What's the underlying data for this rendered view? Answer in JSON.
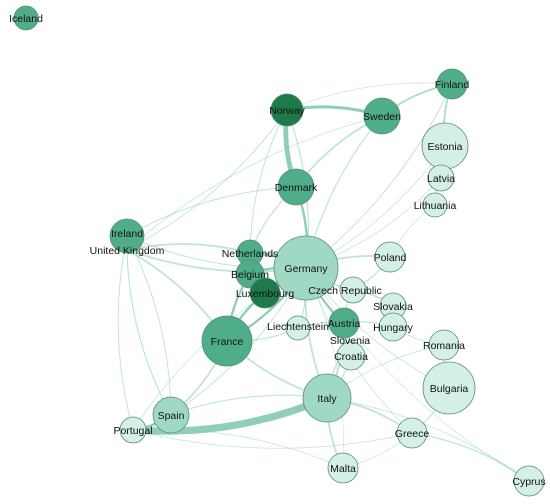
{
  "colors": {
    "background": "#ffffff",
    "edge": "#8ccfb6",
    "edge_strong": "#7cc6aa",
    "node_dark": "#1f7a4a",
    "node_mid": "#4fae88",
    "node_light": "#9fd9c4",
    "node_pale": "#d3efe6"
  },
  "nodes": [
    {
      "id": "iceland",
      "label": "Iceland",
      "tone": "node_mid"
    },
    {
      "id": "finland",
      "label": "Finland",
      "tone": "node_mid"
    },
    {
      "id": "norway",
      "label": "Norway",
      "tone": "node_dark"
    },
    {
      "id": "sweden",
      "label": "Sweden",
      "tone": "node_mid"
    },
    {
      "id": "estonia",
      "label": "Estonia",
      "tone": "node_pale"
    },
    {
      "id": "latvia",
      "label": "Latvia",
      "tone": "node_pale"
    },
    {
      "id": "lithuania",
      "label": "Lithuania",
      "tone": "node_pale"
    },
    {
      "id": "denmark",
      "label": "Denmark",
      "tone": "node_mid"
    },
    {
      "id": "ireland",
      "label": "Ireland",
      "tone": "node_mid"
    },
    {
      "id": "united_kingdom",
      "label": "United Kingdom",
      "tone": "node_mid"
    },
    {
      "id": "netherlands",
      "label": "Netherlands",
      "tone": "node_mid"
    },
    {
      "id": "belgium",
      "label": "Belgium",
      "tone": "node_mid"
    },
    {
      "id": "germany",
      "label": "Germany",
      "tone": "node_light"
    },
    {
      "id": "luxembourg",
      "label": "Luxembourg",
      "tone": "node_dark"
    },
    {
      "id": "czech_republic",
      "label": "Czech Republic",
      "tone": "node_pale"
    },
    {
      "id": "poland",
      "label": "Poland",
      "tone": "node_pale"
    },
    {
      "id": "slovakia",
      "label": "Slovakia",
      "tone": "node_pale"
    },
    {
      "id": "hungary",
      "label": "Hungary",
      "tone": "node_pale"
    },
    {
      "id": "liechtenstein",
      "label": "Liechtenstein",
      "tone": "node_pale"
    },
    {
      "id": "austria",
      "label": "Austria",
      "tone": "node_mid"
    },
    {
      "id": "slovenia",
      "label": "Slovenia",
      "tone": "node_pale"
    },
    {
      "id": "croatia",
      "label": "Croatia",
      "tone": "node_pale"
    },
    {
      "id": "france",
      "label": "France",
      "tone": "node_mid"
    },
    {
      "id": "romania",
      "label": "Romania",
      "tone": "node_pale"
    },
    {
      "id": "bulgaria",
      "label": "Bulgaria",
      "tone": "node_pale"
    },
    {
      "id": "italy",
      "label": "Italy",
      "tone": "node_light"
    },
    {
      "id": "spain",
      "label": "Spain",
      "tone": "node_light"
    },
    {
      "id": "portugal",
      "label": "Portugal",
      "tone": "node_pale"
    },
    {
      "id": "greece",
      "label": "Greece",
      "tone": "node_pale"
    },
    {
      "id": "malta",
      "label": "Malta",
      "tone": "node_pale"
    },
    {
      "id": "cyprus",
      "label": "Cyprus",
      "tone": "node_pale"
    }
  ],
  "edges": [
    {
      "a": "norway",
      "b": "denmark",
      "weight": 4
    },
    {
      "a": "norway",
      "b": "sweden",
      "weight": 2.5
    },
    {
      "a": "sweden",
      "b": "denmark",
      "weight": 1.5
    },
    {
      "a": "sweden",
      "b": "finland",
      "weight": 1.5
    },
    {
      "a": "finland",
      "b": "estonia",
      "weight": 1.5
    },
    {
      "a": "estonia",
      "b": "latvia",
      "weight": 1
    },
    {
      "a": "latvia",
      "b": "lithuania",
      "weight": 1
    },
    {
      "a": "denmark",
      "b": "germany",
      "weight": 2
    },
    {
      "a": "denmark",
      "b": "netherlands",
      "weight": 1
    },
    {
      "a": "norway",
      "b": "germany",
      "weight": 1
    },
    {
      "a": "sweden",
      "b": "germany",
      "weight": 1
    },
    {
      "a": "finland",
      "b": "germany",
      "weight": 0.8
    },
    {
      "a": "ireland",
      "b": "united_kingdom",
      "weight": 2
    },
    {
      "a": "united_kingdom",
      "b": "netherlands",
      "weight": 1.5
    },
    {
      "a": "united_kingdom",
      "b": "germany",
      "weight": 1.5
    },
    {
      "a": "united_kingdom",
      "b": "france",
      "weight": 1.5
    },
    {
      "a": "united_kingdom",
      "b": "spain",
      "weight": 1
    },
    {
      "a": "ireland",
      "b": "denmark",
      "weight": 0.8
    },
    {
      "a": "united_kingdom",
      "b": "norway",
      "weight": 0.8
    },
    {
      "a": "united_kingdom",
      "b": "sweden",
      "weight": 0.6
    },
    {
      "a": "netherlands",
      "b": "belgium",
      "weight": 2
    },
    {
      "a": "netherlands",
      "b": "germany",
      "weight": 2.5
    },
    {
      "a": "belgium",
      "b": "luxembourg",
      "weight": 2
    },
    {
      "a": "belgium",
      "b": "germany",
      "weight": 2
    },
    {
      "a": "belgium",
      "b": "france",
      "weight": 2
    },
    {
      "a": "luxembourg",
      "b": "germany",
      "weight": 2
    },
    {
      "a": "luxembourg",
      "b": "france",
      "weight": 2
    },
    {
      "a": "germany",
      "b": "france",
      "weight": 2
    },
    {
      "a": "germany",
      "b": "czech_republic",
      "weight": 1.5
    },
    {
      "a": "germany",
      "b": "poland",
      "weight": 1.5
    },
    {
      "a": "germany",
      "b": "austria",
      "weight": 2
    },
    {
      "a": "germany",
      "b": "liechtenstein",
      "weight": 1
    },
    {
      "a": "germany",
      "b": "italy",
      "weight": 1.5
    },
    {
      "a": "czech_republic",
      "b": "slovakia",
      "weight": 1.5
    },
    {
      "a": "czech_republic",
      "b": "austria",
      "weight": 1
    },
    {
      "a": "poland",
      "b": "czech_republic",
      "weight": 1
    },
    {
      "a": "slovakia",
      "b": "hungary",
      "weight": 1
    },
    {
      "a": "austria",
      "b": "hungary",
      "weight": 1
    },
    {
      "a": "austria",
      "b": "slovenia",
      "weight": 1.5
    },
    {
      "a": "slovenia",
      "b": "croatia",
      "weight": 1.5
    },
    {
      "a": "austria",
      "b": "liechtenstein",
      "weight": 1
    },
    {
      "a": "austria",
      "b": "italy",
      "weight": 1.5
    },
    {
      "a": "slovenia",
      "b": "italy",
      "weight": 1
    },
    {
      "a": "croatia",
      "b": "italy",
      "weight": 1
    },
    {
      "a": "france",
      "b": "italy",
      "weight": 1.5
    },
    {
      "a": "france",
      "b": "spain",
      "weight": 1.5
    },
    {
      "a": "france",
      "b": "liechtenstein",
      "weight": 1
    },
    {
      "a": "spain",
      "b": "portugal",
      "weight": 2
    },
    {
      "a": "portugal",
      "b": "italy",
      "weight": 6
    },
    {
      "a": "italy",
      "b": "greece",
      "weight": 1.5
    },
    {
      "a": "italy",
      "b": "malta",
      "weight": 1.5
    },
    {
      "a": "greece",
      "b": "cyprus",
      "weight": 1
    },
    {
      "a": "greece",
      "b": "bulgaria",
      "weight": 1
    },
    {
      "a": "bulgaria",
      "b": "romania",
      "weight": 1
    },
    {
      "a": "hungary",
      "b": "romania",
      "weight": 0.8
    },
    {
      "a": "italy",
      "b": "cyprus",
      "weight": 0.6
    },
    {
      "a": "malta",
      "b": "greece",
      "weight": 0.6
    },
    {
      "a": "portugal",
      "b": "malta",
      "weight": 0.6
    },
    {
      "a": "portugal",
      "b": "greece",
      "weight": 0.6
    },
    {
      "a": "spain",
      "b": "italy",
      "weight": 1
    },
    {
      "a": "ireland",
      "b": "portugal",
      "weight": 0.8
    },
    {
      "a": "ireland",
      "b": "spain",
      "weight": 0.8
    },
    {
      "a": "ireland",
      "b": "germany",
      "weight": 0.8
    },
    {
      "a": "estonia",
      "b": "germany",
      "weight": 0.6
    },
    {
      "a": "lithuania",
      "b": "poland",
      "weight": 0.6
    },
    {
      "a": "latvia",
      "b": "germany",
      "weight": 0.6
    },
    {
      "a": "finland",
      "b": "estonia",
      "weight": 1
    },
    {
      "a": "bulgaria",
      "b": "germany",
      "weight": 0.6
    },
    {
      "a": "romania",
      "b": "italy",
      "weight": 0.6
    },
    {
      "a": "cyprus",
      "b": "germany",
      "weight": 0.5
    },
    {
      "a": "malta",
      "b": "germany",
      "weight": 0.5
    },
    {
      "a": "portugal",
      "b": "germany",
      "weight": 0.6
    },
    {
      "a": "spain",
      "b": "germany",
      "weight": 0.8
    },
    {
      "a": "greece",
      "b": "germany",
      "weight": 0.6
    },
    {
      "a": "norway",
      "b": "netherlands",
      "weight": 0.8
    },
    {
      "a": "sweden",
      "b": "finland",
      "weight": 1
    },
    {
      "a": "finland",
      "b": "norway",
      "weight": 0.6
    },
    {
      "a": "lithuania",
      "b": "latvia",
      "weight": 0.6
    }
  ]
}
